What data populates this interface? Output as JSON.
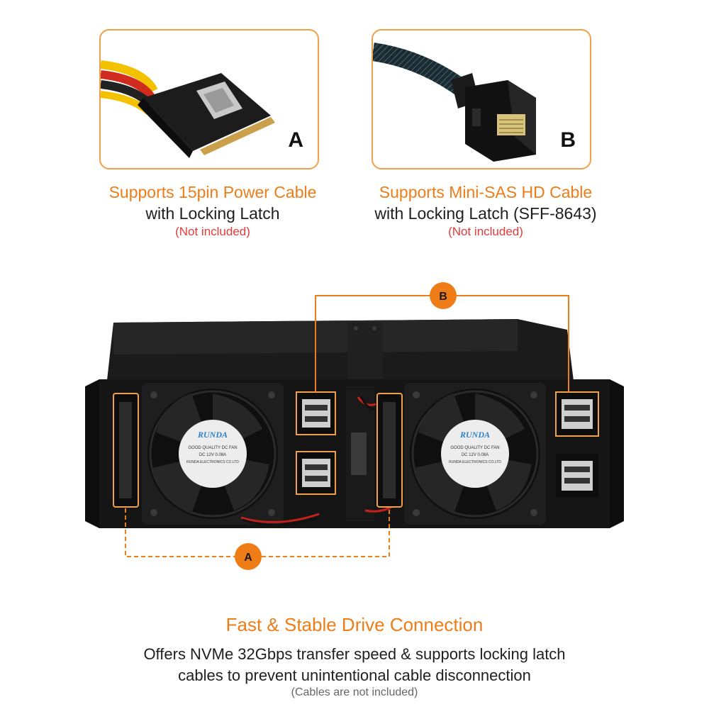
{
  "cards": {
    "a": {
      "letter": "A"
    },
    "b": {
      "letter": "B"
    }
  },
  "captions": {
    "a": {
      "title": "Supports 15pin Power Cable",
      "subtitle": "with Locking Latch",
      "note": "(Not included)"
    },
    "b": {
      "title": "Supports Mini-SAS HD Cable",
      "subtitle": "with Locking Latch (SFF-8643)",
      "note": "(Not included)"
    }
  },
  "callouts": {
    "a": "A",
    "b": "B"
  },
  "fan_label": {
    "brand": "RUNDA",
    "line1": "GOOD QUALITY DC FAN",
    "line2": "DC 12V 0.08A",
    "line3": "RUNDA ELECTRONICS CO.LTD"
  },
  "footer": {
    "title": "Fast & Stable Drive Connection",
    "line1": "Offers NVMe 32Gbps transfer speed & supports locking latch",
    "line2": "cables to prevent unintentional cable disconnection",
    "note": "(Cables are not included)"
  },
  "colors": {
    "accent": "#ee7d18",
    "note_red": "#e23b3b",
    "card_border": "#f0a04b"
  }
}
